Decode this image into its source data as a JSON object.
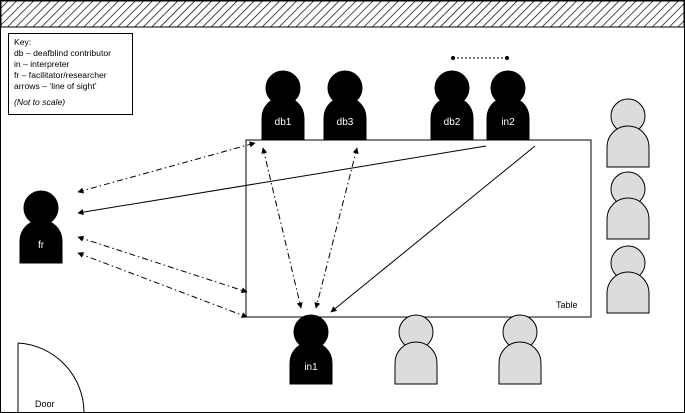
{
  "key": {
    "title": "Key:",
    "entries": [
      "db – deafblind contributor",
      "in – interpreter",
      "fr – facilitator/researcher",
      "arrows – ‘line of sight’"
    ],
    "note": "(Not to scale)"
  },
  "table_label": "Table",
  "door_label": "Door",
  "people": {
    "db1": "db1",
    "db3": "db3",
    "db2": "db2",
    "in2": "in2",
    "fr": "fr",
    "in1": "in1"
  },
  "colors": {
    "participant_fill": "#000000",
    "empty_seat_fill": "#dcdcdc",
    "outline": "#000000"
  }
}
